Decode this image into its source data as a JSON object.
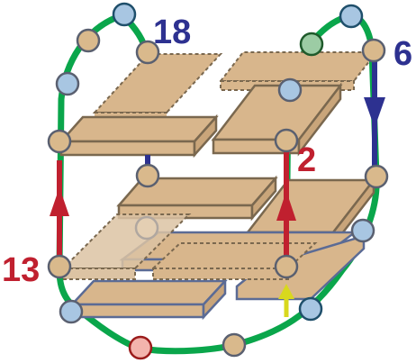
{
  "labels": {
    "top_left": "18",
    "top_right": "6",
    "middle_right": "2",
    "bottom_left": "13"
  },
  "colors": {
    "loop_green": "#0aa64b",
    "plate_fill": "#d8b68c",
    "plate_stroke": "#7a684f",
    "blue_plate_stroke": "#5b6b95",
    "arrow_red": "#c0202f",
    "arrow_blue": "#2d3190",
    "arrow_yellow": "#d8d81e",
    "node_tan": "#d9b98c",
    "node_blue": "#a8c6e2",
    "node_green": "#9ccca4",
    "node_pink": "#f3b4ad",
    "label_blue": "#2d3190",
    "label_red": "#c0202f"
  },
  "node_types": [
    "tan",
    "blue",
    "green",
    "pink"
  ]
}
